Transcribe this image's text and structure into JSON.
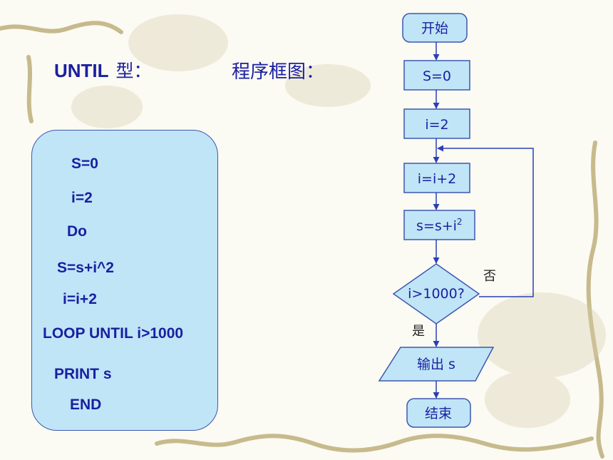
{
  "headings": {
    "until_keyword": "UNTIL",
    "until_suffix": "型：",
    "flowchart_title": "程序框图："
  },
  "code_lines": [
    "S=0",
    "i=2",
    "Do",
    "S=s+i^2",
    "i=i+2",
    "LOOP UNTIL i>1000",
    "PRINT s",
    "END"
  ],
  "flowchart": {
    "start": "开始",
    "step_s": "S=0",
    "step_i": "i=2",
    "increment": "i=i+2",
    "accumulate": "s=s+i",
    "accumulate_exp": "2",
    "decision": "i>1000?",
    "no_label": "否",
    "yes_label": "是",
    "output": "输出 s",
    "end": "结束"
  },
  "colors": {
    "text_blue": "#1a1fa0",
    "box_fill": "#bfe5f7",
    "box_stroke": "#3f57b0",
    "arrow": "#2a3fb5"
  }
}
